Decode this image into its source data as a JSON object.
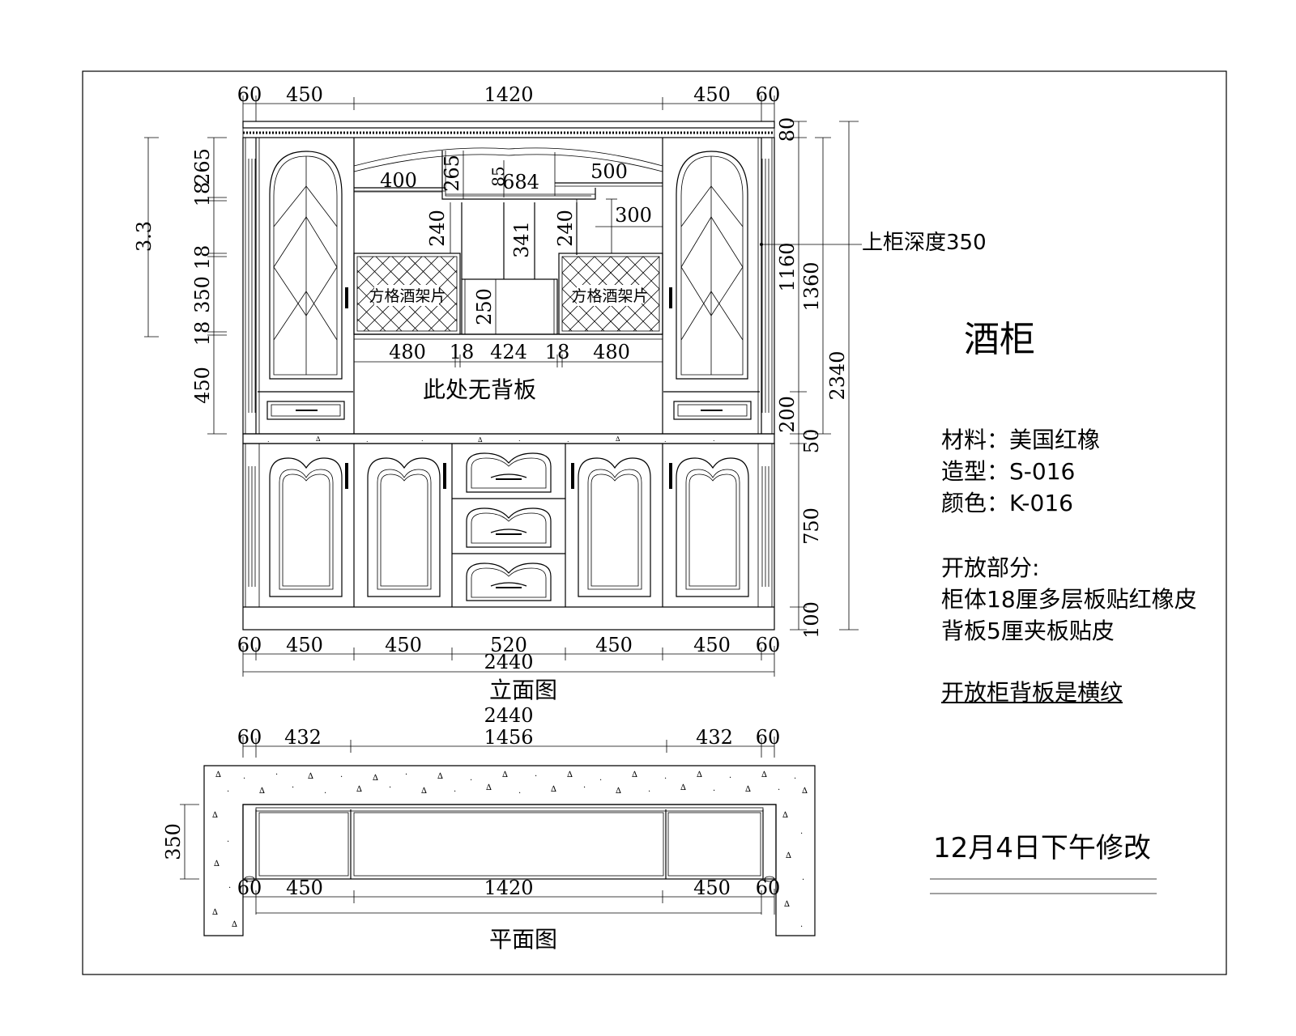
{
  "title": "酒柜",
  "elevation": {
    "caption": "立面图",
    "top_dims": [
      "60",
      "450",
      "1420",
      "450",
      "60"
    ],
    "bottom_dims": [
      "60",
      "450",
      "450",
      "520",
      "450",
      "450",
      "60"
    ],
    "bottom_total": "2440",
    "left_dims": [
      "18",
      "265",
      "18",
      "350",
      "18",
      "450"
    ],
    "left_small_label": "3.3",
    "right_dims_inner": [
      "80",
      "1160",
      "200",
      "50",
      "750",
      "100"
    ],
    "right_dims_outer": [
      "1360",
      "2340"
    ],
    "inner_dims": {
      "d400": "400",
      "d265": "265",
      "d684": "684",
      "d500": "500",
      "d240a": "240",
      "d341": "341",
      "d240b": "240",
      "d300": "300",
      "d250": "250",
      "row": [
        "480",
        "18",
        "424",
        "18",
        "480"
      ]
    },
    "rack_left": "方格酒架片",
    "rack_right": "方格酒架片",
    "no_back_note": "此处无背板",
    "depth_note": "上柜深度350"
  },
  "plan": {
    "caption": "平面图",
    "top_total": "2440",
    "top_dims": [
      "60",
      "432",
      "1456",
      "432",
      "60"
    ],
    "bottom_dims": [
      "60",
      "450",
      "1420",
      "450",
      "60"
    ],
    "depth_dim": "350"
  },
  "notes": {
    "material": "材料：美国红橡",
    "style": "造型：S-016",
    "color": "颜色：K-016",
    "open_title": "开放部分:",
    "open_line1": "柜体18厘多层板贴红橡皮",
    "open_line2": "背板5厘夹板贴皮",
    "grain_note": "开放柜背板是横纹",
    "revision": "12月4日下午修改"
  }
}
